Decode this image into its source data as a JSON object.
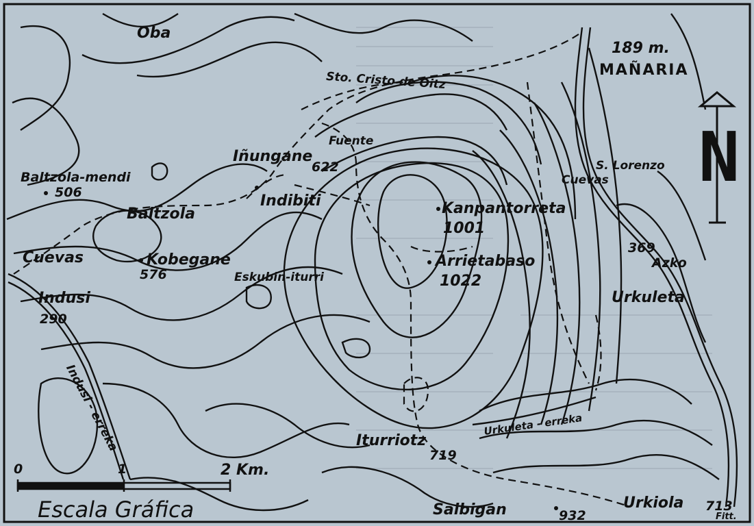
{
  "map": {
    "places": {
      "oba": "Oba",
      "cristo": "Sto. Cristo de Oitz",
      "fuente": "Fuente",
      "inungane": "Iñungane",
      "inungane_elev": "622",
      "baltzola_mendi": "Baltzola-mendi",
      "baltzola_mendi_elev": "506",
      "indibiti": "Indibiti",
      "baltzola": "Baltzola",
      "cuevas_west": "Cuevas",
      "kobegane": "Kobegane",
      "kobegane_elev": "576",
      "indusi": "Indusi",
      "indusi_elev": "290",
      "indusi_erreka": "Indusi - erreka",
      "eskubin": "Eskubin-iturri",
      "kanpantorreta": "Kanpantorreta",
      "kanpantorreta_elev": "1001",
      "arrietabaso": "Arrietabaso",
      "arrietabaso_elev": "1022",
      "manaria_alt": "189 m.",
      "manaria": "MAÑARIA",
      "san_lorenzo": "S. Lorenzo",
      "cuevas_east": "Cuevas",
      "azko": "Azko",
      "azko_elev": "369",
      "urkuleta": "Urkuleta",
      "urkuleta_erreka": "Urkuleta - erreka",
      "iturriotz": "Iturriotz",
      "iturriotz_elev": "719",
      "saibigan": "Saibigan",
      "saibigan_elev": "932",
      "urkiola": "Urkiola",
      "urkiola_elev": "713"
    },
    "north_label": "N",
    "scale": {
      "zero": "0",
      "one": "1",
      "two": "2 Km.",
      "title": "Escala Gráfica"
    },
    "signature": "Fitt."
  },
  "colors": {
    "background": "#b9c6d0",
    "ink": "#111111"
  }
}
